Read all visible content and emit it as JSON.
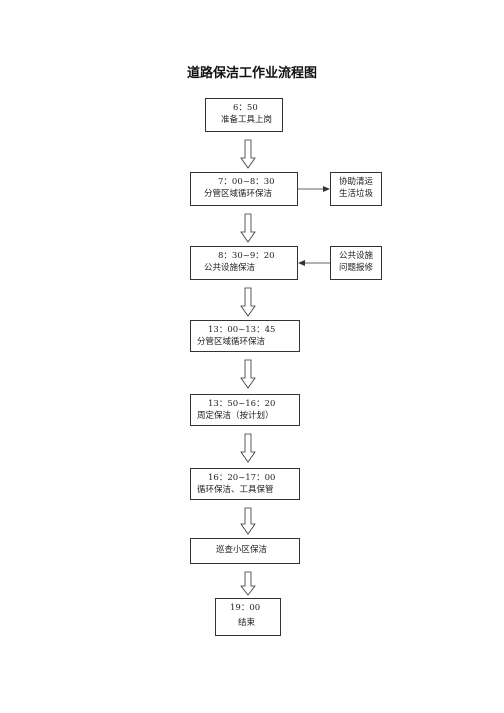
{
  "title": "道路保洁工作业流程图",
  "steps": [
    {
      "time": "6：50",
      "task": "准备工具上岗"
    },
    {
      "time": "7：00~8：30",
      "task": "分管区域循环保洁"
    },
    {
      "time": "8：30~9：20",
      "task": "公共设施保洁"
    },
    {
      "time": "13：00~13：45",
      "task": "分管区域循环保洁"
    },
    {
      "time": "13：50~16：20",
      "task": "周定保洁（按计划）"
    },
    {
      "time": "16：20~17：00",
      "task": "循环保洁、工具保管"
    },
    {
      "time": "",
      "task": "巡查小区保洁"
    },
    {
      "time": "19：00",
      "task": "结束"
    }
  ],
  "side_tasks": [
    {
      "line1": "协助清运",
      "line2": "生活垃圾"
    },
    {
      "line1": "公共设施",
      "line2": "问题报修"
    }
  ]
}
